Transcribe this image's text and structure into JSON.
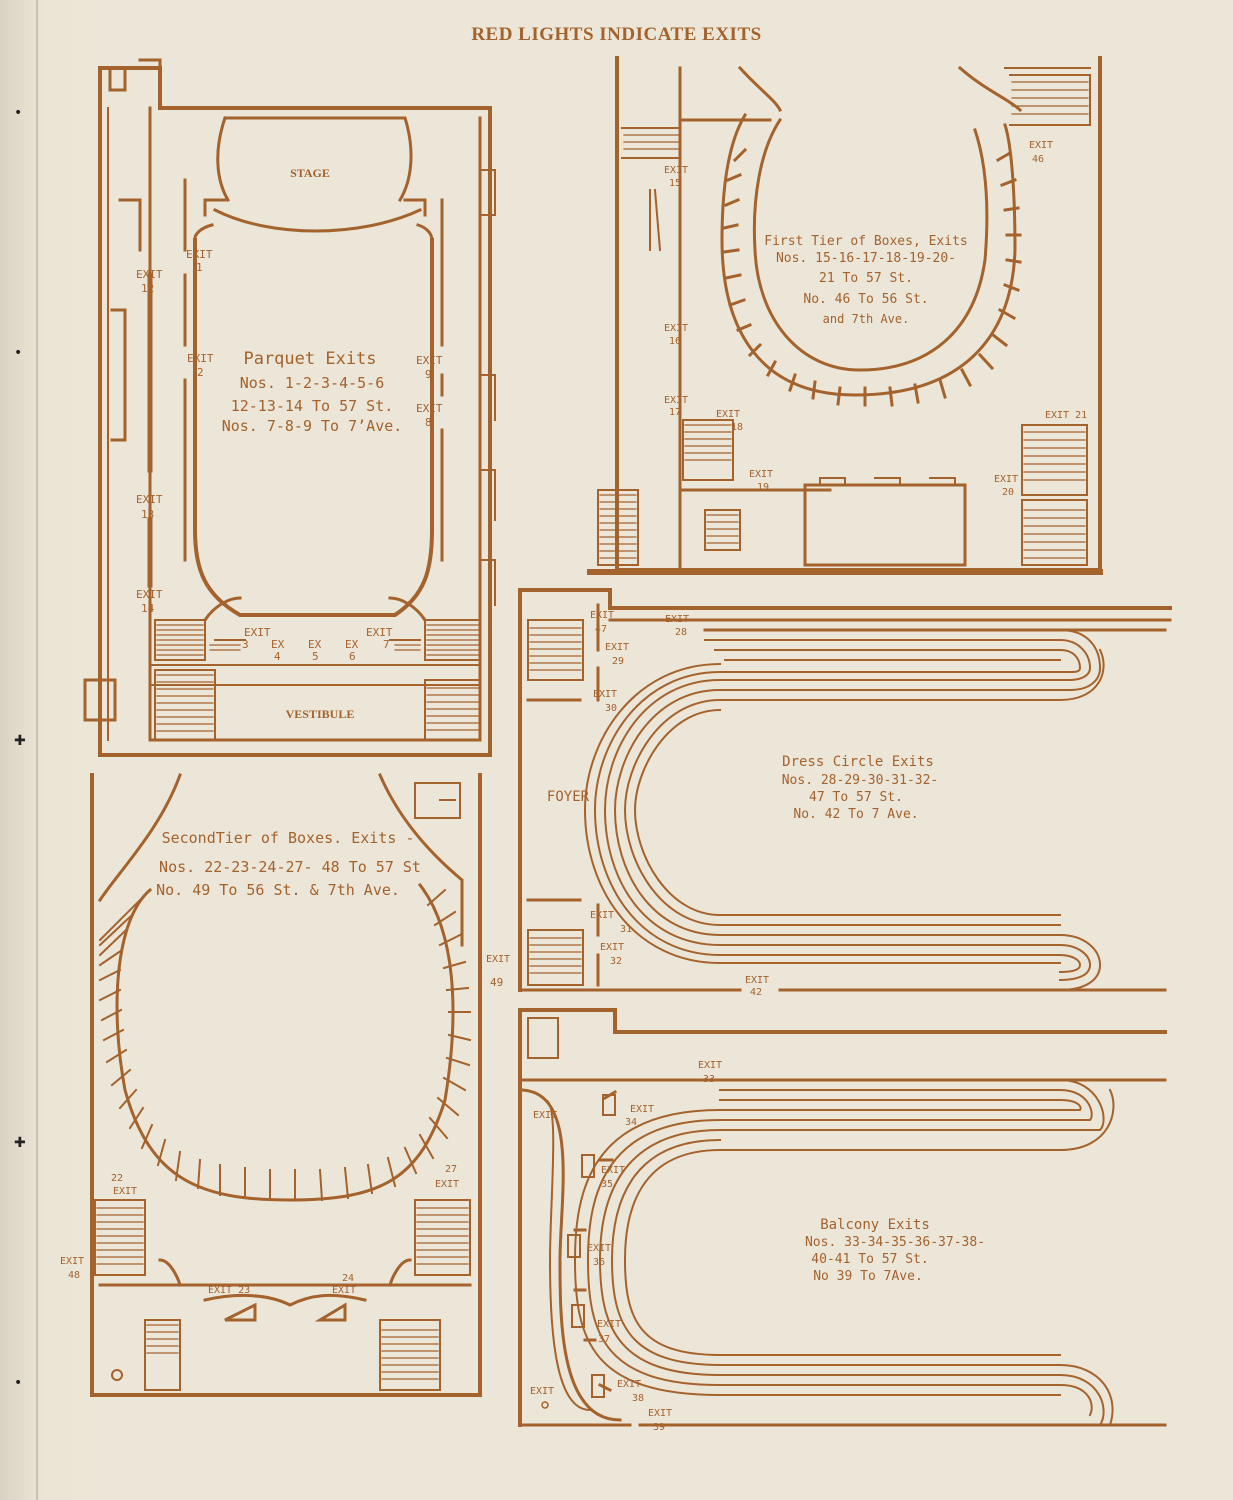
{
  "header": {
    "title": "RED LIGHTS INDICATE EXITS"
  },
  "colors": {
    "ink": "#a4622d",
    "paper": "#ece6d8"
  },
  "parquet": {
    "stage": "STAGE",
    "vestibule": "VESTIBULE",
    "caption": [
      "Parquet Exits",
      "Nos. 1-2-3-4-5-6",
      "12-13-14 To 57 St.",
      "Nos. 7-8-9 To 7’Ave."
    ],
    "exits": {
      "e1": [
        "EXIT",
        "1"
      ],
      "e2": [
        "EXIT",
        "2"
      ],
      "e12": [
        "EXIT",
        "12"
      ],
      "e13": [
        "EXIT",
        "13"
      ],
      "e14": [
        "EXIT",
        "14"
      ],
      "e9": [
        "EXIT",
        "9"
      ],
      "e8": [
        "EXIT",
        "8"
      ],
      "e3": [
        "EXIT",
        "3"
      ],
      "e4": [
        "EX",
        "4"
      ],
      "e5": [
        "EX",
        "5"
      ],
      "e6": [
        "EX",
        "6"
      ],
      "e7": [
        "EXIT",
        "7"
      ]
    }
  },
  "first_tier": {
    "caption": [
      "First Tier of Boxes, Exits",
      "Nos. 15-16-17-18-19-20-",
      "21 To 57 St.",
      "No. 46 To 56 St.",
      "and 7th Ave."
    ],
    "exits": {
      "e15": [
        "EXIT",
        "15"
      ],
      "e16": [
        "EXIT",
        "16"
      ],
      "e17": [
        "EXIT",
        "17"
      ],
      "e18": [
        "EXIT",
        "18"
      ],
      "e19": [
        "EXIT",
        "19"
      ],
      "e20": [
        "EXIT",
        "20"
      ],
      "e21": [
        "EXIT 21"
      ],
      "e46": [
        "EXIT",
        "46"
      ]
    }
  },
  "second_tier": {
    "caption": [
      "SecondTier of Boxes. Exits -",
      "Nos. 22-23-24-27- 48 To 57 St",
      "No. 49 To 56 St. & 7th Ave."
    ],
    "exits": {
      "e22": [
        "22",
        "EXIT"
      ],
      "e27": [
        "27",
        "EXIT"
      ],
      "e48": [
        "EXIT",
        "48"
      ],
      "e23": [
        "EXIT 23"
      ],
      "e24": [
        "24",
        "EXIT"
      ],
      "e49": [
        "EXIT",
        "49"
      ]
    }
  },
  "dress_circle": {
    "foyer": "FOYER",
    "caption": [
      "Dress Circle Exits",
      "Nos. 28-29-30-31-32-",
      "47 To 57 St.",
      "No. 42 To 7 Ave."
    ],
    "exits": {
      "e47": [
        "EXIT",
        "47"
      ],
      "e28": [
        "EXIT",
        "28"
      ],
      "e29": [
        "EXIT",
        "29"
      ],
      "e30": [
        "EXIT",
        "30"
      ],
      "e31": [
        "EXIT",
        "31"
      ],
      "e32": [
        "EXIT",
        "32"
      ],
      "e42": [
        "EXIT",
        "42"
      ]
    }
  },
  "balcony": {
    "caption": [
      "Balcony Exits",
      "Nos. 33-34-35-36-37-38-",
      "40-41 To 57 St.",
      "No 39 To 7Ave."
    ],
    "exits": {
      "e33": [
        "EXIT",
        "33"
      ],
      "e34": [
        "EXIT",
        "34"
      ],
      "e35": [
        "EXIT",
        "35"
      ],
      "e36": [
        "EXIT",
        "36"
      ],
      "e37": [
        "EXIT",
        "37"
      ],
      "e38": [
        "EXIT",
        "38"
      ],
      "e39": [
        "EXIT",
        "39"
      ],
      "eL1": [
        "EXIT"
      ],
      "eL2": [
        "EXIT"
      ]
    }
  }
}
